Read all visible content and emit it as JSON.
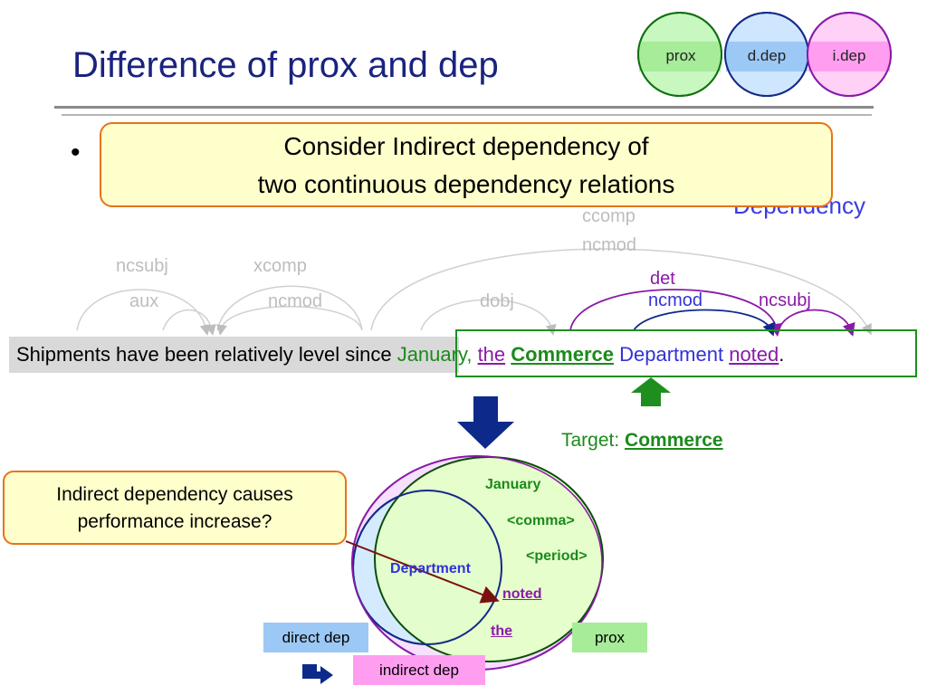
{
  "title": "Difference of prox and dep",
  "top_circles": [
    {
      "label": "prox",
      "color": "#c8f7c0",
      "band": "#a6ec99",
      "stroke": "#107010"
    },
    {
      "label": "d.dep",
      "color": "#cfe6ff",
      "band": "#9cc8f5",
      "stroke": "#152a8a"
    },
    {
      "label": "i.dep",
      "color": "#ffd1f7",
      "band": "#ff9ef0",
      "stroke": "#8a1aa8"
    }
  ],
  "bullet": "•",
  "callout": {
    "line1": "Consider Indirect dependency of",
    "line2": "two continuous dependency relations"
  },
  "background_label": "Dependency",
  "arc_labels_gray": {
    "ncsubj": "ncsubj",
    "xcomp": "xcomp",
    "aux": "aux",
    "ncmod_left": "ncmod",
    "dobj": "dobj",
    "ccomp": "ccomp",
    "ncmod_top": "ncmod"
  },
  "arc_labels_color": {
    "det": "det",
    "ncmod": "ncmod",
    "ncsubj": "ncsubj"
  },
  "sentence": {
    "plain": "Shipments have been relatively level since",
    "january": "January,",
    "the": "the",
    "commerce": "Commerce",
    "department": "Department",
    "noted": "noted",
    "period": "."
  },
  "target": {
    "label": "Target:",
    "word": "Commerce"
  },
  "question": {
    "line1": "Indirect dependency causes",
    "line2": "performance increase?"
  },
  "venn_words": {
    "january": "January",
    "comma": "<comma>",
    "period": "<period>",
    "department": "Department",
    "noted": "noted",
    "the": "the"
  },
  "legend": {
    "direct": "direct dep",
    "indirect": "indirect dep",
    "prox": "prox"
  },
  "colors": {
    "title": "#1a237e",
    "accent_orange": "#e8731a",
    "callout_fill": "#ffffcc",
    "green": "#1b8a1b",
    "blue": "#3232d8",
    "purple": "#8a1aa8",
    "arrow_navy": "#0d2a8a",
    "arrow_green": "#1e8f1e"
  }
}
